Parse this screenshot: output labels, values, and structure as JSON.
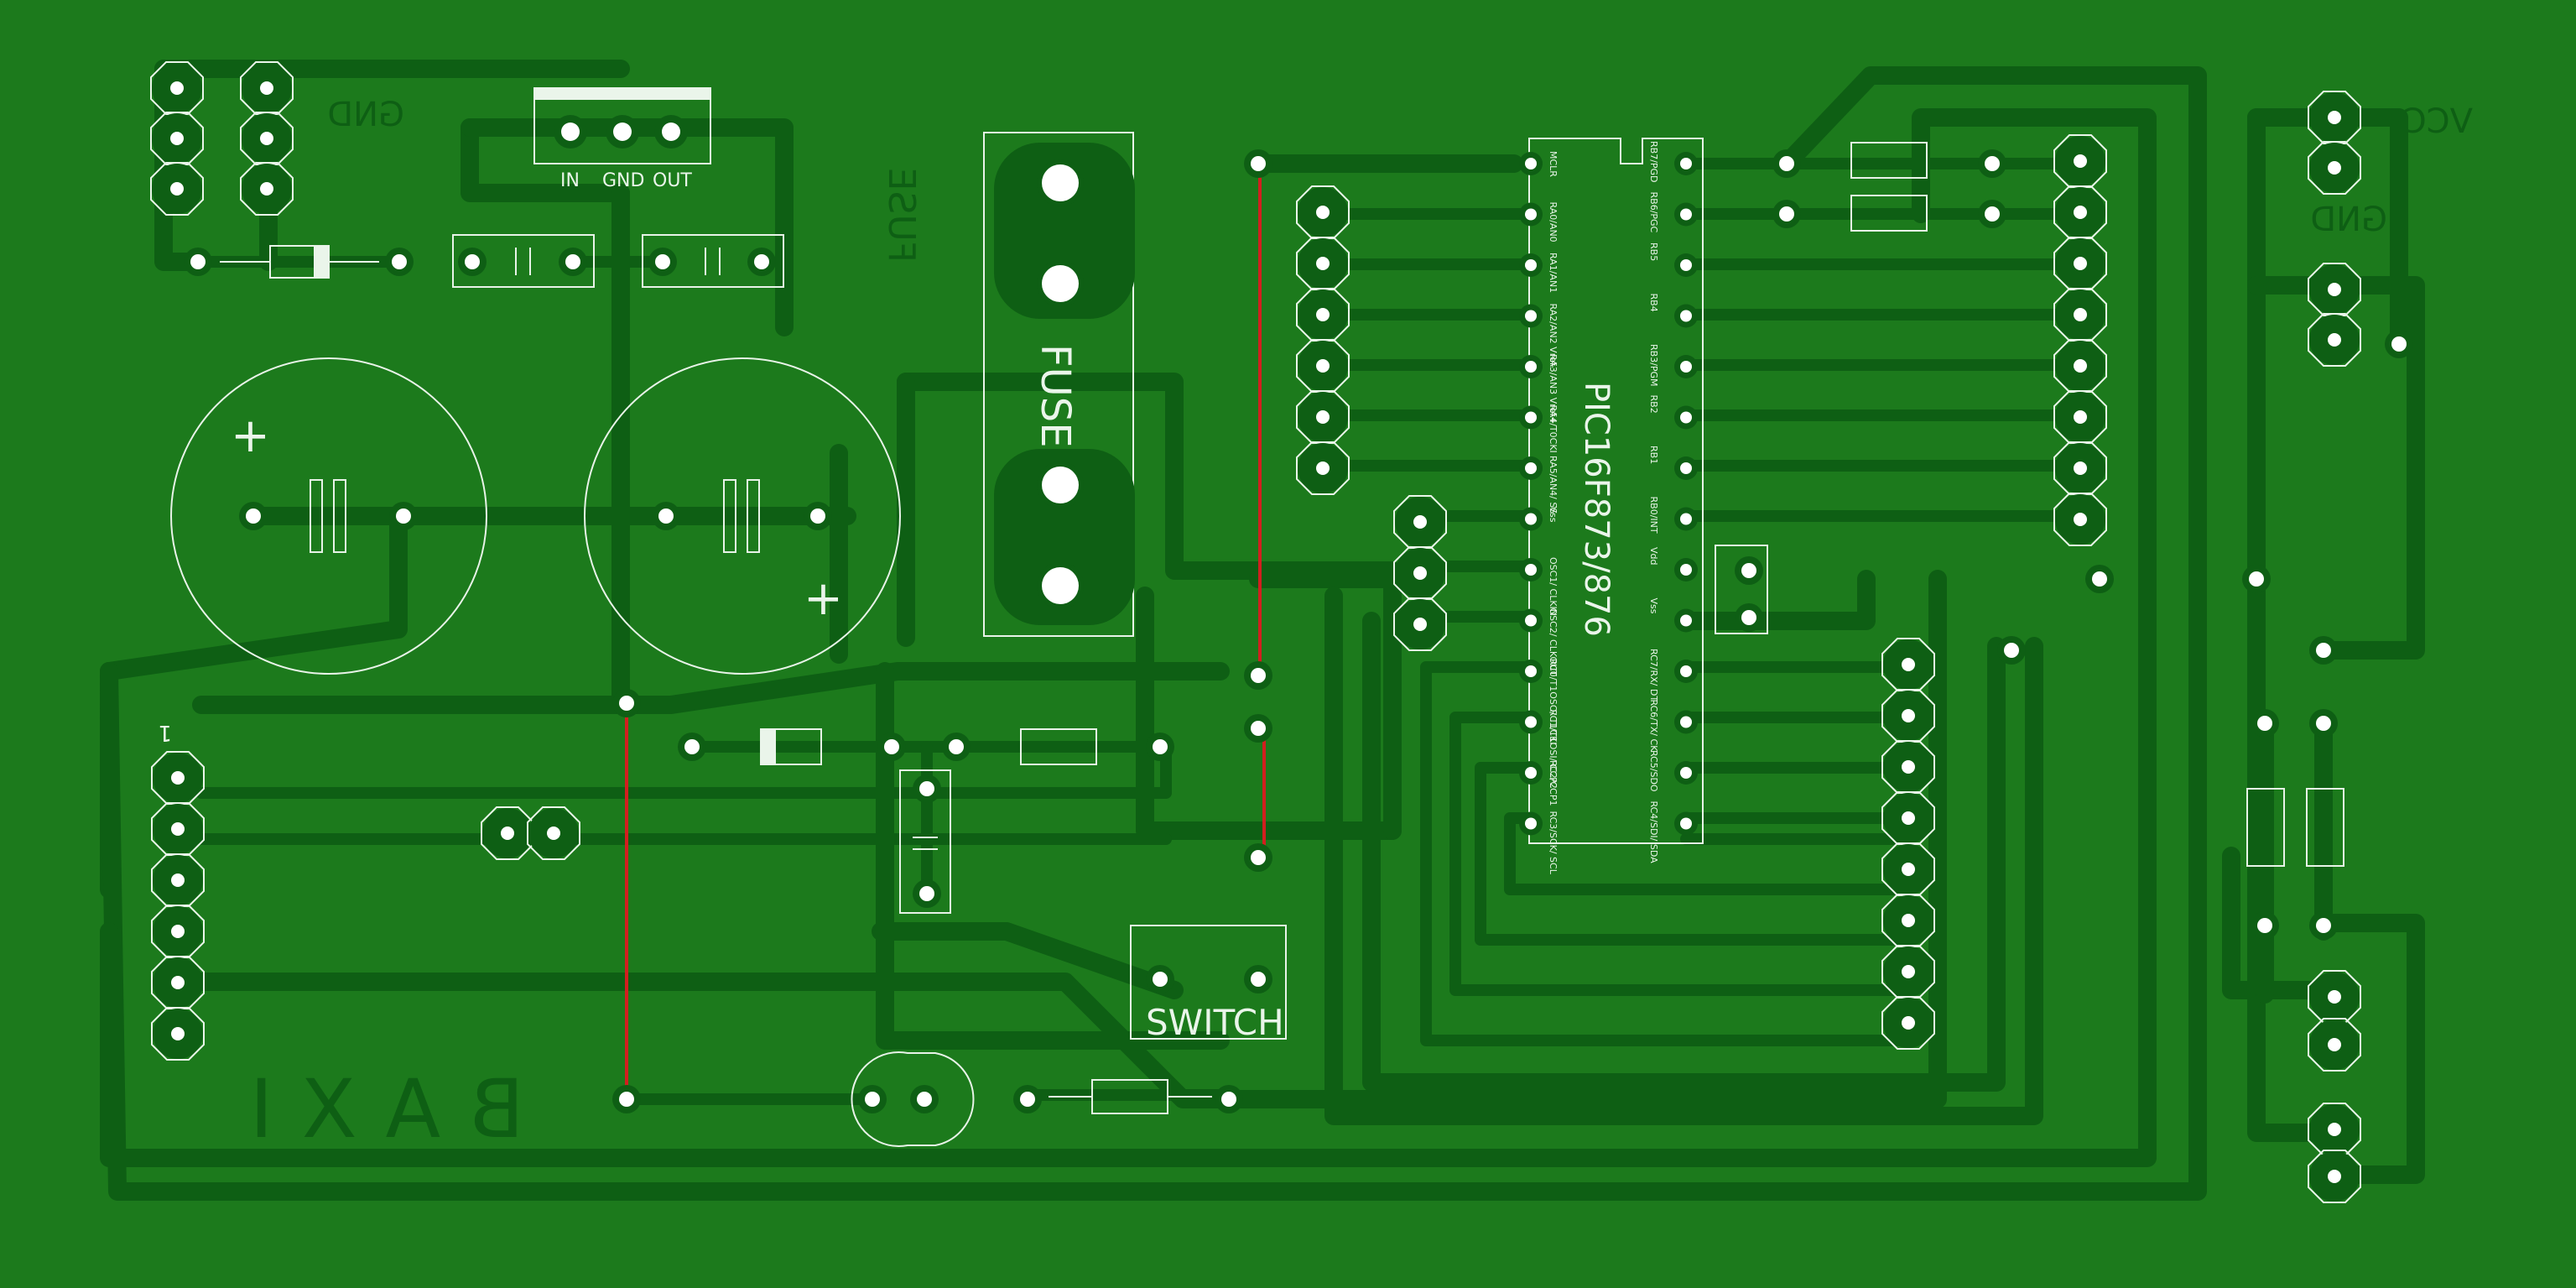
{
  "board": {
    "background_color": "#1c7a1c",
    "trace_color": "#0e5f14",
    "silkscreen_color": "#eaf5ea",
    "jumper_color": "#d21f1f"
  },
  "labels": {
    "gnd_top_left": "GND",
    "regulator_in": "IN",
    "regulator_gnd": "GND",
    "regulator_out": "OUT",
    "fuse_vertical": "FUSE",
    "fuse_holder": "FUSE",
    "switch": "SWITCH",
    "baxi": "BAXI",
    "vcc": "VCC",
    "gnd_right": "GND",
    "plus_left": "+",
    "plus_right": "+",
    "connector_pin_one": "1"
  },
  "chip": {
    "name": "PIC16F873/876",
    "left_pins": [
      "MCLR",
      "RA0/AN0",
      "RA1/AN1",
      "RA2/AN2 Vref-",
      "RA3/AN3 Vref+",
      "RA4/T0CKI",
      "RA5/AN4/ SS",
      "Vss",
      "OSC1/ CLKIN",
      "OSC2/ CLKOUT",
      "RC0/T1OSO/ T1CKI",
      "RC1/T1OSI/ CCP2",
      "RC2/CCP1",
      "RC3/SCK/ SCL"
    ],
    "right_pins": [
      "RB7/PGD",
      "RB6/PGC",
      "RB5",
      "RB4",
      "RB3/PGM",
      "RB2",
      "RB1",
      "RB0/INT",
      "Vdd",
      "Vss",
      "RC7/RX/ DT",
      "RC6/TX/ CK",
      "RC5/SDO",
      "RC4/SDI/ SDA"
    ]
  }
}
